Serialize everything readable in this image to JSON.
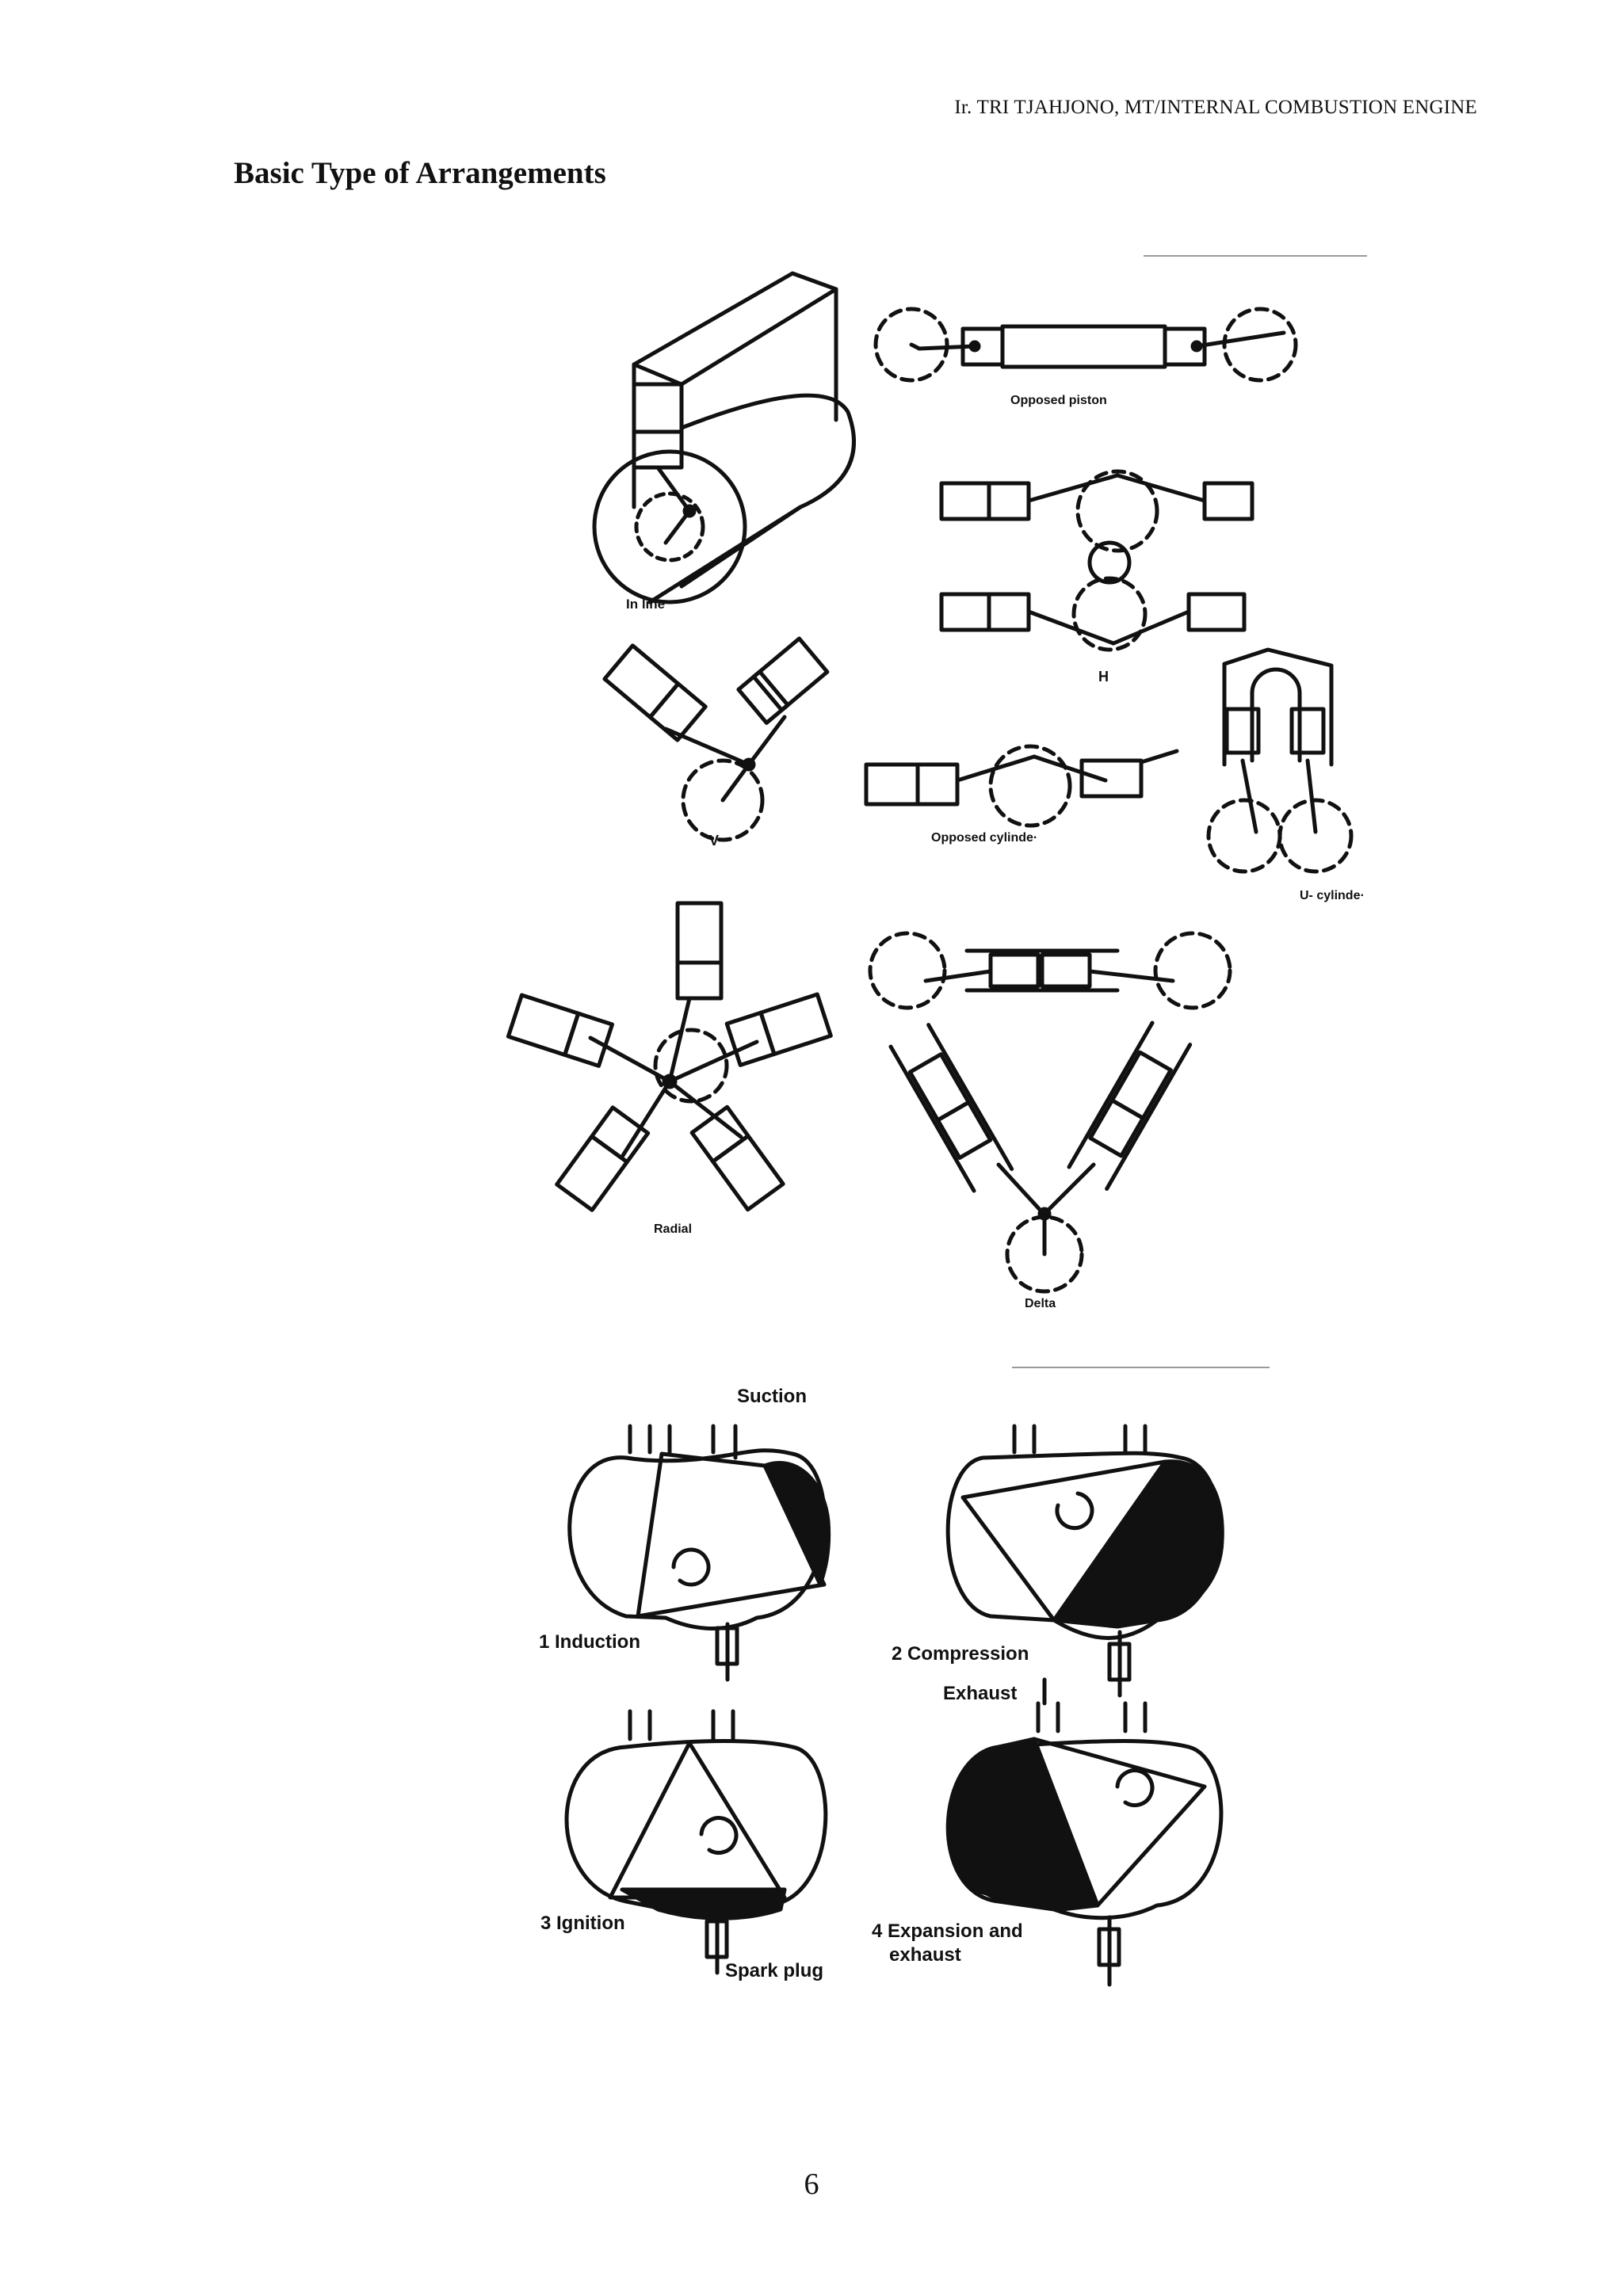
{
  "header": {
    "running_title": "Ir. TRI TJAHJONO, MT/INTERNAL COMBUSTION ENGINE"
  },
  "section": {
    "title": "Basic Type of Arrangements"
  },
  "figure_arrangements": {
    "labels": {
      "in_line": "In line",
      "opposed_piston": "Opposed piston",
      "h": "H",
      "v": "V",
      "opposed_cylinder": "Opposed cylinde·",
      "u_cylinder": "U- cylinde·",
      "radial": "Radial",
      "delta": "Delta"
    }
  },
  "figure_rotary": {
    "labels": {
      "suction": "Suction",
      "induction": "1 Induction",
      "compression": "2 Compression",
      "exhaust": "Exhaust",
      "ignition": "3 Ignition",
      "spark_plug": "Spark plug",
      "expansion": "4 Expansion and",
      "expansion_2": "exhaust"
    }
  },
  "footer": {
    "page_number": "6"
  }
}
